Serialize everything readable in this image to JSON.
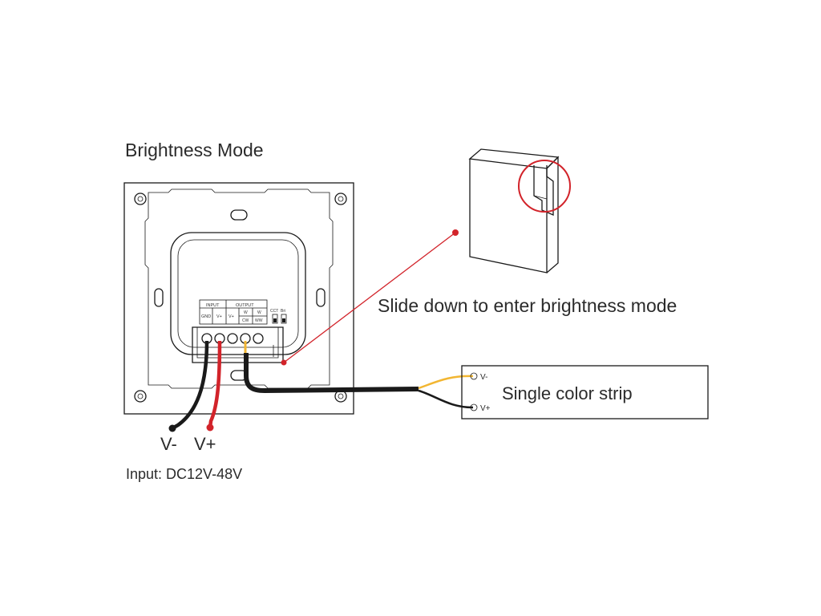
{
  "title": "Brightness Mode",
  "callout_text": "Slide down to enter brightness mode",
  "strip": {
    "label": "Single color strip",
    "pin_minus": "V-",
    "pin_plus": "V+"
  },
  "input_wires": {
    "minus_label": "V-",
    "plus_label": "V+",
    "voltage_label": "Input: DC12V-48V"
  },
  "terminal_block": {
    "input_header": "INPUT",
    "output_header": "OUTPUT",
    "gnd": "GND",
    "vplus_in": "V+",
    "vplus_out": "V+",
    "w1": "W",
    "cw": "CW",
    "w2": "W",
    "ww": "WW",
    "switch_cct": "CCT",
    "switch_bri": "Bri"
  },
  "colors": {
    "red": "#d2232a",
    "yellow": "#f2b632",
    "black": "#1a1a1a"
  }
}
